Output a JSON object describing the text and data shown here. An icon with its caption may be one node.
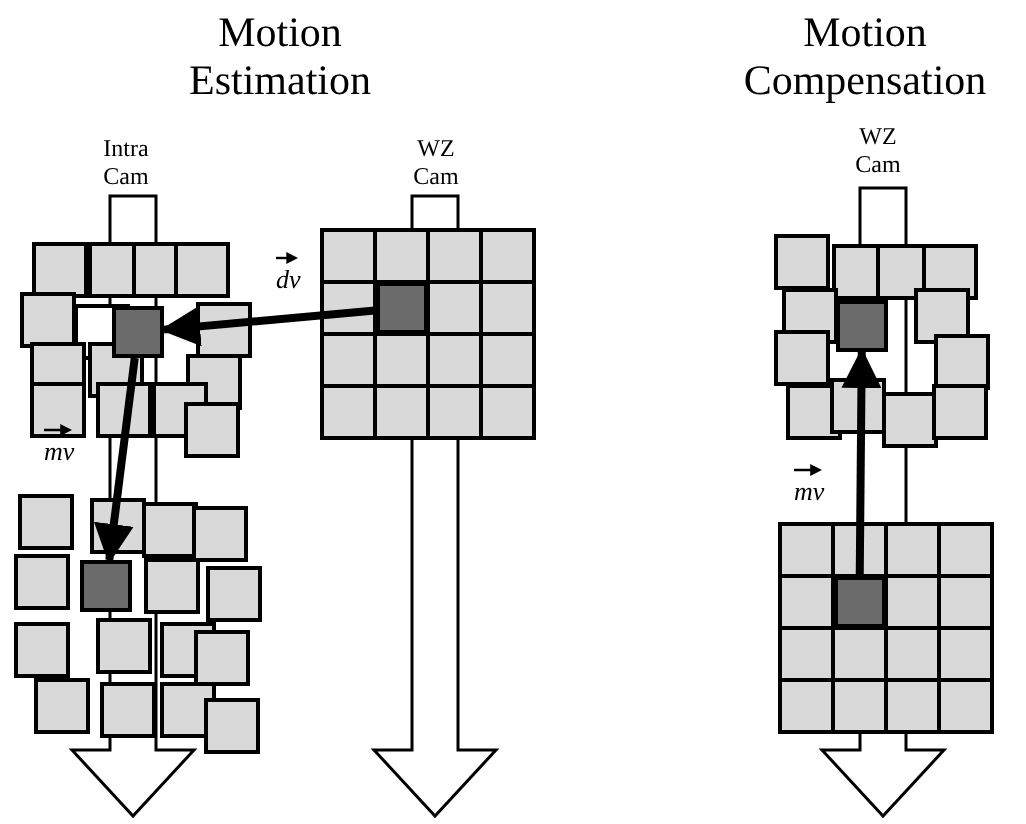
{
  "diagram": {
    "nodes": [
      {
        "text": [],
        "shape": "box"
      },
      {
        "text": [],
        "shape": "box"
      },
      {
        "text": [],
        "shape": "box"
      },
      {
        "text": [],
        "shape": "box"
      },
      {
        "text": [],
        "shape": "box"
      }
    ],
    "edges": [
      {
        "from": 1,
        "to": 0,
        "arrow": "to",
        "label": "dv"
      },
      {
        "from": 0,
        "to": 2,
        "arrow": "to",
        "label": "mv"
      },
      {
        "from": 4,
        "to": 3,
        "arrow": "to",
        "label": "mv"
      }
    ],
    "labels": [
      "Motion Estimation",
      "Motion Compensation",
      "Intra Cam",
      "WZ Cam",
      "WZ Cam"
    ]
  }
}
